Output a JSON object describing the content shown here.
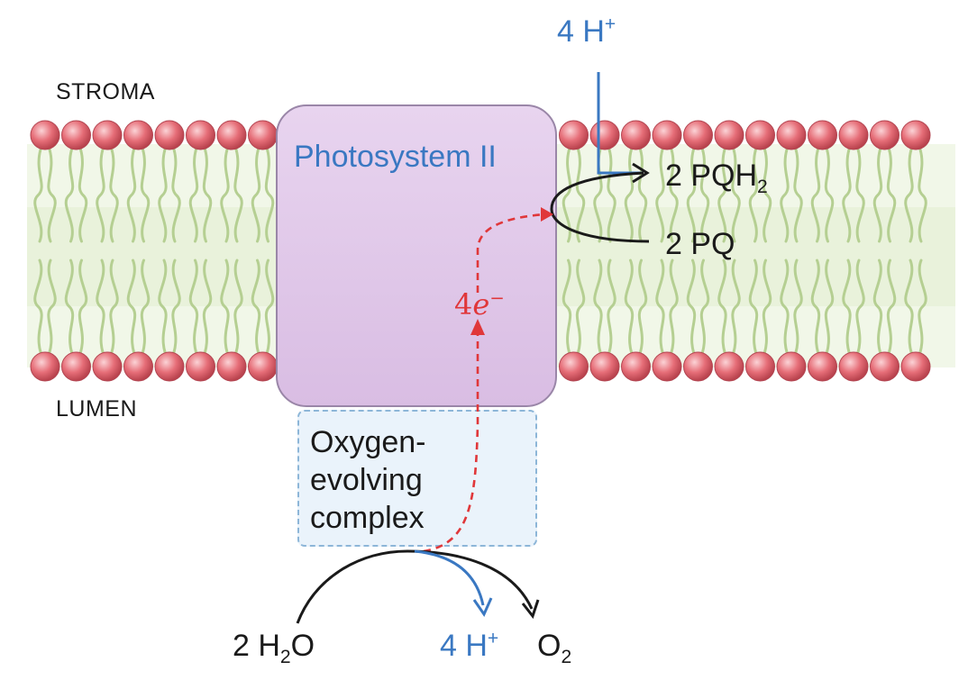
{
  "regions": {
    "stroma": "STROMA",
    "lumen": "LUMEN"
  },
  "photosystem": {
    "title": "Photosystem II"
  },
  "oec": {
    "title": "Oxygen-\nevolving\ncomplex"
  },
  "species": {
    "proton_top_coef": "4 H",
    "proton_top_charge": "+",
    "pqh2_coef": "2 PQH",
    "pqh2_sub": "2",
    "pq": "2 PQ",
    "water_coef": "2 H",
    "water_sub": "2",
    "water_tail": "O",
    "proton_bottom_coef": "4 H",
    "proton_bottom_charge": "+",
    "oxygen": "O",
    "oxygen_sub": "2",
    "electrons_coef": "4",
    "electrons_e": "e",
    "electrons_charge": "−"
  },
  "colors": {
    "proton": "#3a78c2",
    "electron": "#e0373a",
    "lipid_head": "#e06a74",
    "lipid_tail": "#b5cf92",
    "membrane_band": "#eef5e2",
    "arrow": "#1a1a1a"
  }
}
